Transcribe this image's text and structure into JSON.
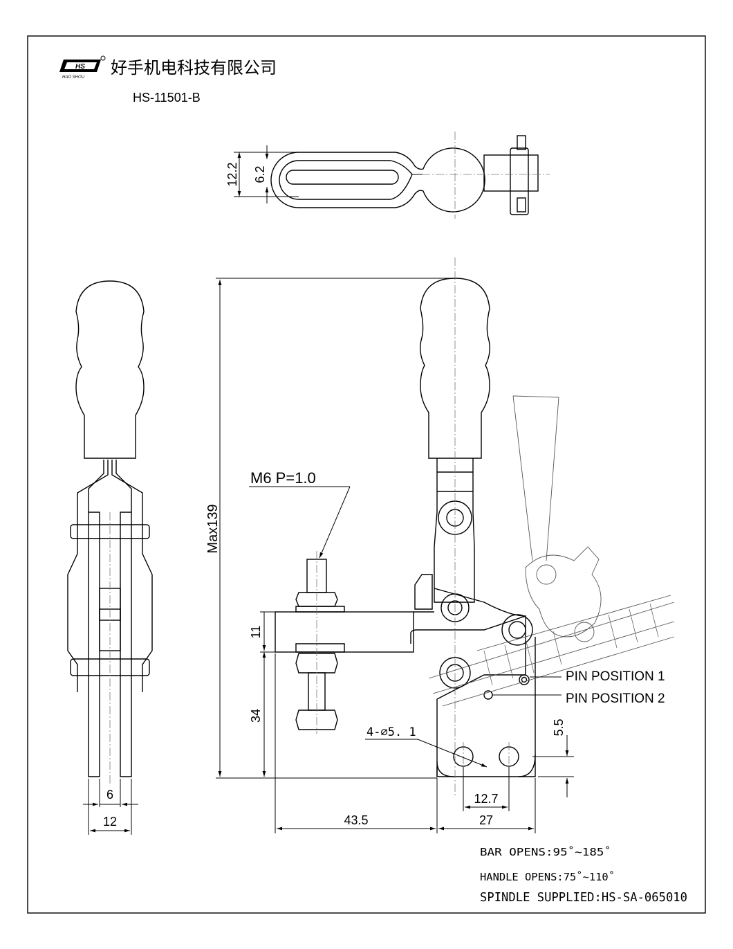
{
  "header": {
    "logo_text": "HS",
    "logo_sub": "HAO SHOU",
    "company_name": "好手机电科技有限公司",
    "part_number": "HS-11501-B"
  },
  "dimensions": {
    "top_outer_width": "12.2",
    "top_slot_width": "6.2",
    "side_inner": "6",
    "side_outer": "12",
    "max_height": "Max139",
    "thread": "M6  P=1.0",
    "arm_thickness": "11",
    "spindle_height": "34",
    "holes": "4-∅5. 1",
    "hole_offset": "5.5",
    "hole_spacing": "12.7",
    "base_width": "27",
    "reach": "43.5"
  },
  "labels": {
    "pin_position_1": "PIN POSITION 1",
    "pin_position_2": "PIN POSITION 2"
  },
  "notes": {
    "bar_opens": "BAR OPENS:95˚~185˚",
    "handle_opens": "HANDLE OPENS:75˚~110˚",
    "spindle_supplied": "SPINDLE SUPPLIED:HS-SA-065010"
  }
}
